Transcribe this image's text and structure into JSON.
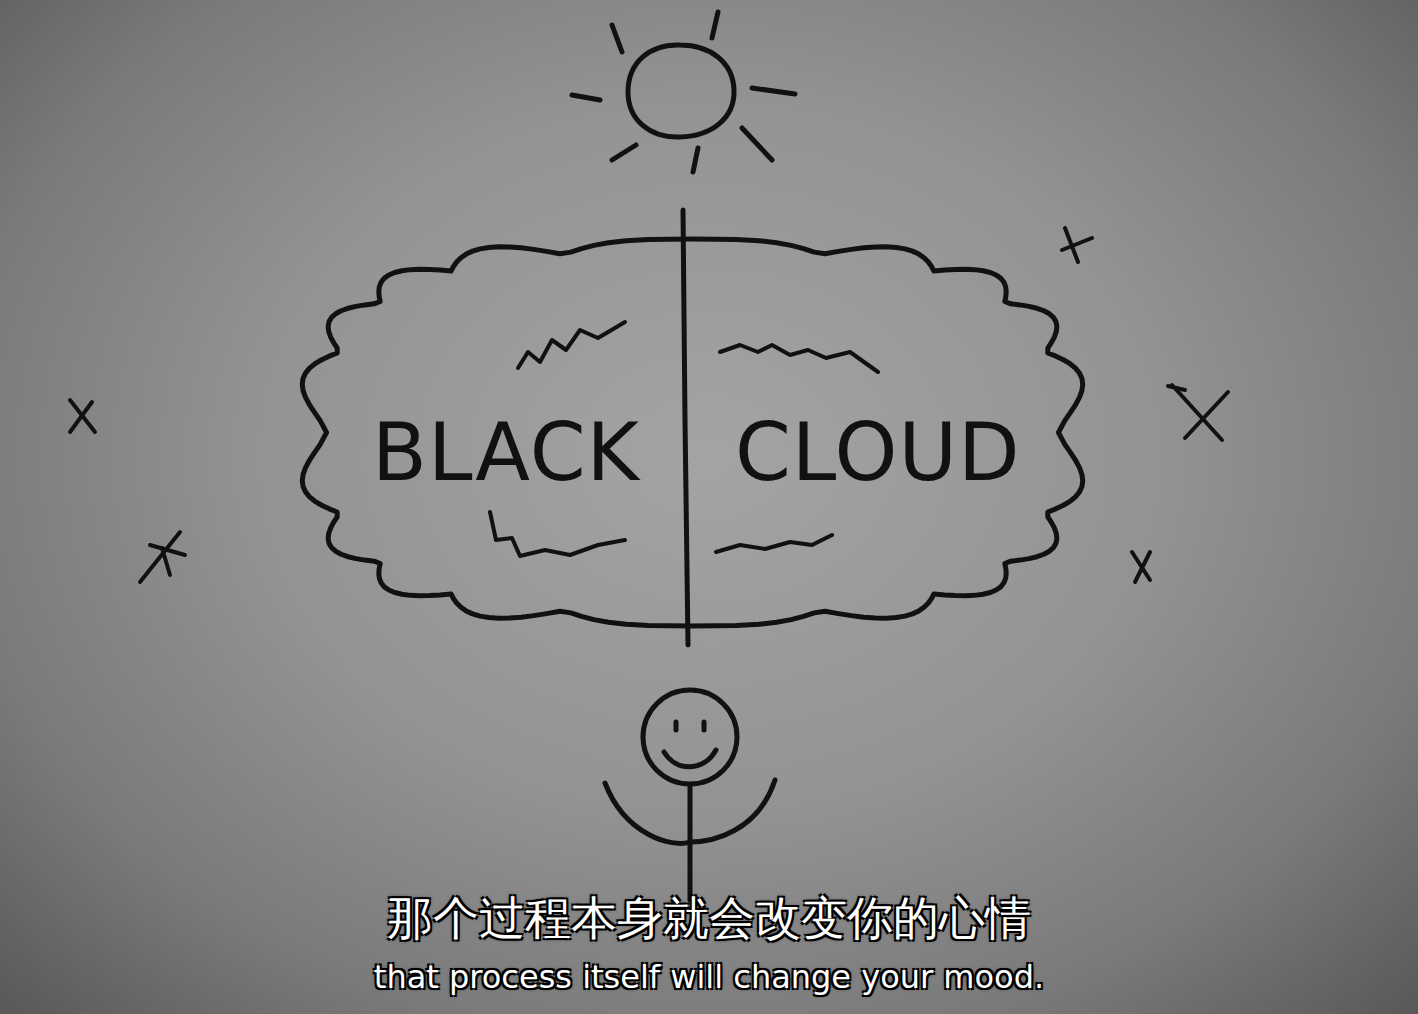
{
  "diagram": {
    "nodes": [
      {
        "text": [
          "BLACK",
          "CLOUD"
        ]
      }
    ],
    "labels": [
      "那个过程本身就会改变你的心情",
      "that process itself will change your mood."
    ]
  }
}
